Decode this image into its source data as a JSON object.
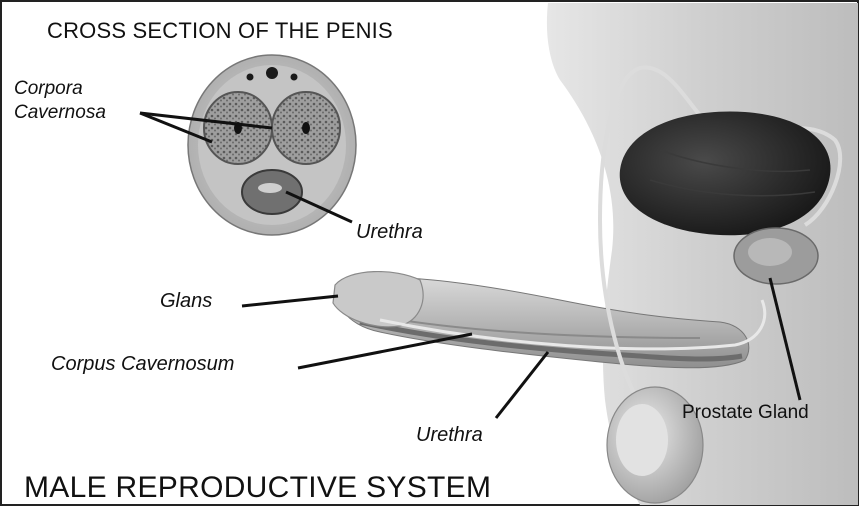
{
  "diagram": {
    "cross_section_title": "CROSS SECTION OF THE PENIS",
    "main_title": "MALE REPRODUCTIVE SYSTEM",
    "labels": {
      "corpora_cavernosa": "Corpora Cavernosa",
      "urethra_cross": "Urethra",
      "glans": "Glans",
      "corpus_cavernosum": "Corpus Cavernosum",
      "urethra_side": "Urethra",
      "prostate_gland": "Prostate Gland"
    }
  }
}
